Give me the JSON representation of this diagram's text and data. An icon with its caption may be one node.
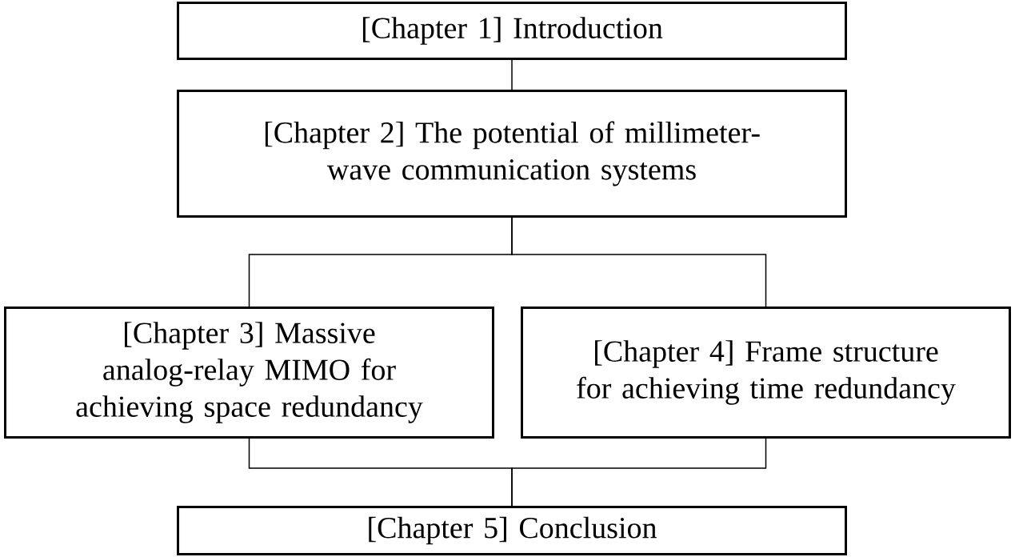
{
  "diagram": {
    "nodes": [
      {
        "text": [
          "[Chapter 1] Introduction"
        ]
      },
      {
        "text": [
          "[Chapter 2] The potential of millimeter-wave communication systems"
        ]
      },
      {
        "text": [
          "[Chapter 3] Massive analog-relay MIMO for achieving space redundancy"
        ]
      },
      {
        "text": [
          "[Chapter 4] Frame structure for achieving time redundancy"
        ]
      },
      {
        "text": [
          "[Chapter 5] Conclusion"
        ]
      }
    ],
    "edges": [
      {
        "from": 0,
        "to": 1,
        "arrow": "none"
      },
      {
        "from": 1,
        "to": 2,
        "arrow": "none"
      },
      {
        "from": 1,
        "to": 3,
        "arrow": "none"
      },
      {
        "from": 2,
        "to": 4,
        "arrow": "none"
      },
      {
        "from": 3,
        "to": 4,
        "arrow": "none"
      }
    ]
  }
}
